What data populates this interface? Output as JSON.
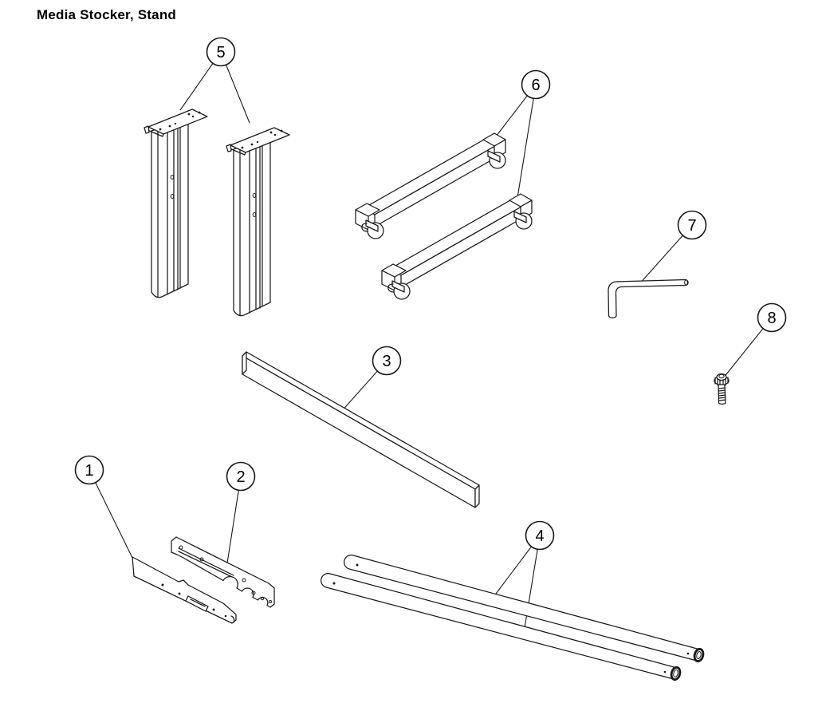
{
  "title": "Media Stocker, Stand",
  "diagram": {
    "kind": "exploded-parts-diagram",
    "background_color": "#ffffff",
    "line_color": "#1a1a1a"
  },
  "callouts": [
    {
      "number": "1"
    },
    {
      "number": "2"
    },
    {
      "number": "3"
    },
    {
      "number": "4"
    },
    {
      "number": "5"
    },
    {
      "number": "6"
    },
    {
      "number": "7"
    },
    {
      "number": "8"
    }
  ]
}
